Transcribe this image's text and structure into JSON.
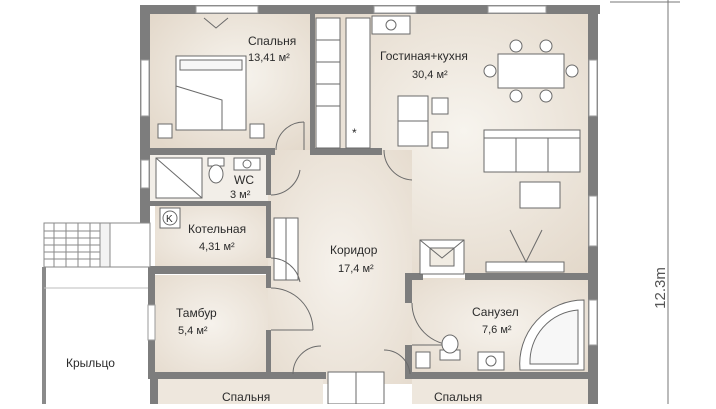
{
  "plan": {
    "dimension_label": "12.3m",
    "rooms": [
      {
        "id": "bedroom-top",
        "name": "Спальня",
        "area": "13,41 м²"
      },
      {
        "id": "living-kitchen",
        "name": "Гостиная+кухня",
        "area": "30,4 м²"
      },
      {
        "id": "wc",
        "name": "WC",
        "area": "3 м²"
      },
      {
        "id": "boiler",
        "name": "Котельная",
        "area": "4,31 м²"
      },
      {
        "id": "corridor",
        "name": "Коридор",
        "area": "17,4 м²"
      },
      {
        "id": "vestibule",
        "name": "Тамбур",
        "area": "5,4 м²"
      },
      {
        "id": "bathroom",
        "name": "Санузел",
        "area": "7,6 м²"
      },
      {
        "id": "bedroom-bottom-left",
        "name": "Спальня",
        "area": ""
      },
      {
        "id": "bedroom-bottom-right",
        "name": "Спальня",
        "area": ""
      }
    ],
    "porch_label": "Крыльцо",
    "boiler_symbol": "K",
    "colors": {
      "wall": "#7d7d7d",
      "floor": "#f1ece3",
      "warm_floor": "#e9dfd2",
      "furniture": "#ffffff",
      "line": "#6a6a6a"
    }
  }
}
